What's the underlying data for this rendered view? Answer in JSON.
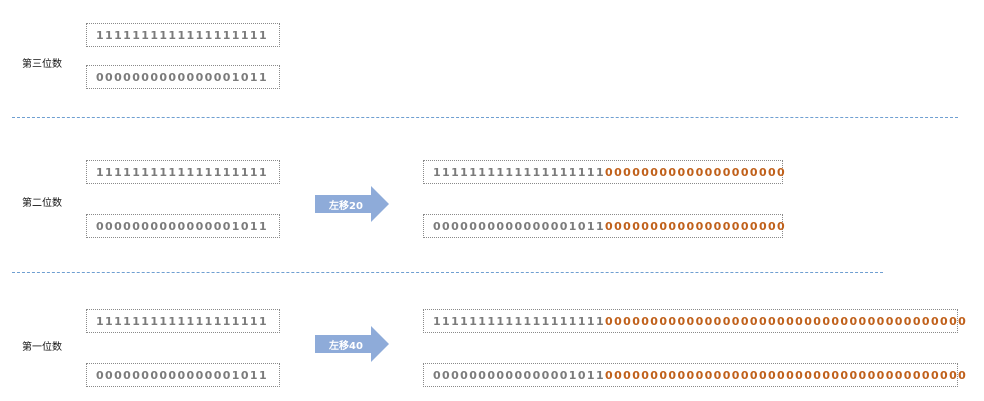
{
  "sections": [
    {
      "label": "第三位数",
      "rows": [
        "1111111111111111111",
        "0000000000000001011"
      ]
    },
    {
      "label": "第二位数",
      "rows": [
        "1111111111111111111",
        "0000000000000001011"
      ],
      "arrow": "左移20",
      "shifted": [
        {
          "base": "1111111111111111111",
          "ext": "00000000000000000000"
        },
        {
          "base": "0000000000000001011",
          "ext": "00000000000000000000"
        }
      ]
    },
    {
      "label": "第一位数",
      "rows": [
        "1111111111111111111",
        "0000000000000001011"
      ],
      "arrow": "左移40",
      "shifted": [
        {
          "base": "1111111111111111111",
          "ext": "0000000000000000000000000000000000000000"
        },
        {
          "base": "0000000000000001011",
          "ext": "0000000000000000000000000000000000000000"
        }
      ]
    }
  ],
  "colors": {
    "shifted_zeros": "#c0601a",
    "arrow_fill": "#8eabd9",
    "divider": "#6f9fd1"
  }
}
